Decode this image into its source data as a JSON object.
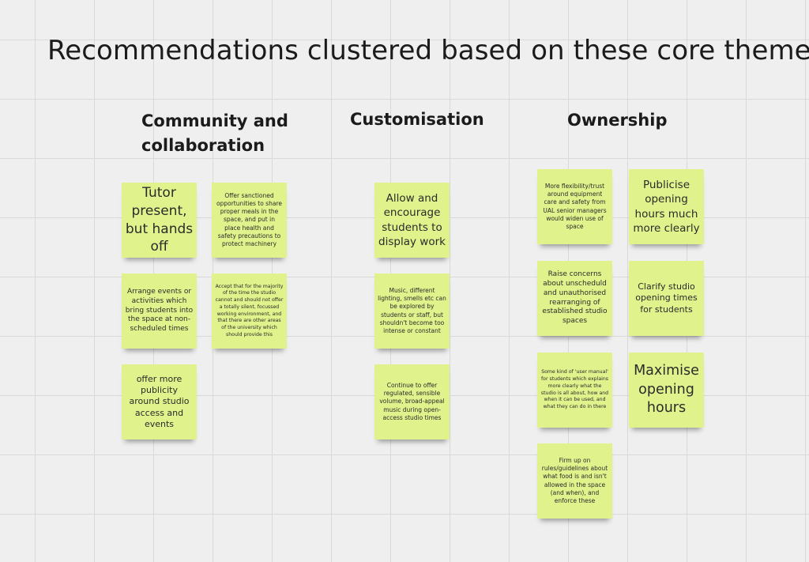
{
  "board": {
    "title": "Recommendations clustered based on these core themes"
  },
  "columns": [
    {
      "heading_line1": "Community and",
      "heading_line2": "collaboration",
      "notes": [
        "Tutor present, but hands off",
        "Offer sanctioned opportunities to share proper meals in the space, and put in place health and safety precautions to protect machinery",
        "Arrange events or activities which bring students into the space at non-scheduled times",
        "Accept that for the majority of the time the studio cannot and should not offer a totally silent, focussed working environment, and that there are other areas of the university which should provide this",
        "offer more publicity around studio access and events"
      ]
    },
    {
      "heading": "Customisation",
      "notes": [
        "Allow and encourage students to display work",
        "Music, different lighting, smells etc can be explored by students or staff, but shouldn't become too intense or constant",
        "Continue to offer regulated, sensible volume, broad-appeal music during open-access studio times"
      ]
    },
    {
      "heading": "Ownership",
      "notes": [
        "More flexibility/trust around equipment care and safety from UAL senior managers would widen use of space",
        "Publicise opening hours much more clearly",
        "Raise concerns about unscheduld and unauthorised rearranging of established studio spaces",
        "Clarify studio opening times for students",
        "Some kind of 'user manual' for students which explains more clearly what the studio is all about, how and when it can be used, and what they can do in there",
        "Maximise opening hours",
        "Firm up on rules/guidelines about what food is and isn't allowed in the space (and when), and enforce these"
      ]
    }
  ],
  "colors": {
    "sticky": "#e0f28c",
    "canvas": "#efefef",
    "grid": "#d9d9d9"
  }
}
